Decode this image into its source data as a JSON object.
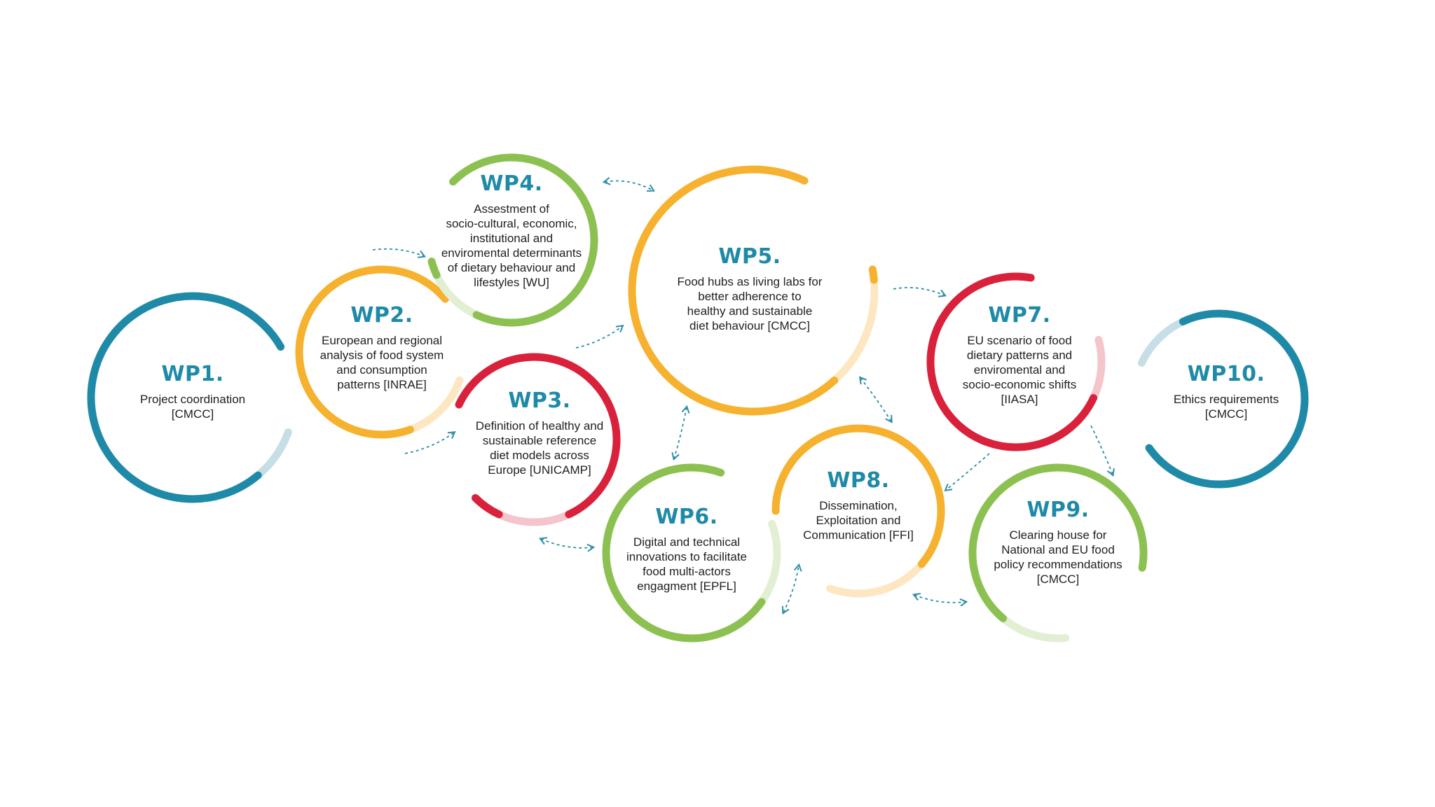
{
  "colors": {
    "teal": "#1f8aa8",
    "teal_light": "#c6dfe6",
    "orange": "#f6b12e",
    "orange_light": "#fde7c2",
    "green": "#8cc152",
    "green_light": "#e2efd3",
    "red": "#d9213b",
    "red_light": "#f4c5cb",
    "arrow": "#2f8fa8",
    "text": "#1f1f1f"
  },
  "packages": [
    {
      "id": "wp1",
      "title": "WP1.",
      "description": "Project coordination\n[CMCC]",
      "color": "teal"
    },
    {
      "id": "wp2",
      "title": "WP2.",
      "description": "European and regional\nanalysis of food system\nand consumption\npatterns [INRAE]",
      "color": "orange"
    },
    {
      "id": "wp3",
      "title": "WP3.",
      "description": "Definition of healthy and\nsustainable reference\ndiet models across\nEurope [UNICAMP]",
      "color": "red"
    },
    {
      "id": "wp4",
      "title": "WP4.",
      "description": "Assestment of\nsocio-cultural, economic,\ninstitutional and\nenviromental determinants\nof dietary behaviour and\nlifestyles [WU]",
      "color": "green"
    },
    {
      "id": "wp5",
      "title": "WP5.",
      "description": "Food hubs as living labs for\nbetter adherence to\nhealthy and sustainable\ndiet behaviour [CMCC]",
      "color": "orange"
    },
    {
      "id": "wp6",
      "title": "WP6.",
      "description": "Digital and technical\ninnovations to facilitate\nfood multi-actors\nengagment [EPFL]",
      "color": "green"
    },
    {
      "id": "wp7",
      "title": "WP7.",
      "description": "EU scenario of food\ndietary patterns and\nenviromental and\nsocio-economic shifts\n[IIASA]",
      "color": "red"
    },
    {
      "id": "wp8",
      "title": "WP8.",
      "description": "Dissemination,\nExploitation and\nCommunication [FFI]",
      "color": "orange"
    },
    {
      "id": "wp9",
      "title": "WP9.",
      "description": "Clearing house for\nNational and EU food\npolicy recommendations\n[CMCC]",
      "color": "green"
    },
    {
      "id": "wp10",
      "title": "WP10.",
      "description": "Ethics requirements\n[CMCC]",
      "color": "teal"
    }
  ]
}
